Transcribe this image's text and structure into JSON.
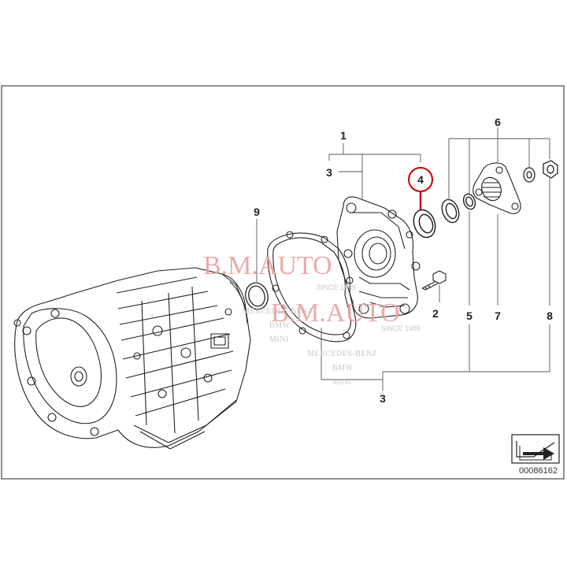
{
  "colors": {
    "line": "#222222",
    "leader": "#555555",
    "highlight": "#cc0000",
    "watermark": "#e8a2a2",
    "watermark_gray": "#c8c8c8"
  },
  "callouts": {
    "c1": "1",
    "c2": "2",
    "c3_top": "3",
    "c3_bottom": "3",
    "c4": "4",
    "c5": "5",
    "c6": "6",
    "c7": "7",
    "c8": "8",
    "c9": "9"
  },
  "watermark": {
    "brand": "B.M.AUTO",
    "since": "SINCE 1985",
    "makes": [
      "MERCEDES-BENZ",
      "BMW",
      "MINI"
    ]
  },
  "diagram_code": "00086162"
}
